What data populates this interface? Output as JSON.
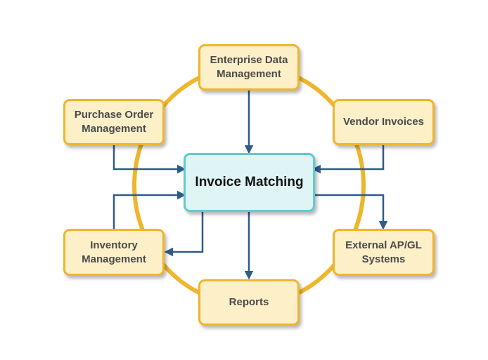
{
  "diagram": {
    "center": {
      "label": "Invoice Matching"
    },
    "nodes": {
      "enterprise_data": {
        "label": "Enterprise Data\nManagement"
      },
      "purchase_order": {
        "label": "Purchase Order\nManagement"
      },
      "vendor_invoices": {
        "label": "Vendor Invoices"
      },
      "inventory": {
        "label": "Inventory\nManagement"
      },
      "external_ap_gl": {
        "label": "External AP/GL\nSystems"
      },
      "reports": {
        "label": "Reports"
      }
    },
    "colors": {
      "ring": "#efb52d",
      "arrow": "#2f5b89",
      "node_fill": "#fdf0c8",
      "node_border": "#efb52d",
      "center_fill": "#dff5f5",
      "center_border": "#5fcbd0"
    }
  }
}
